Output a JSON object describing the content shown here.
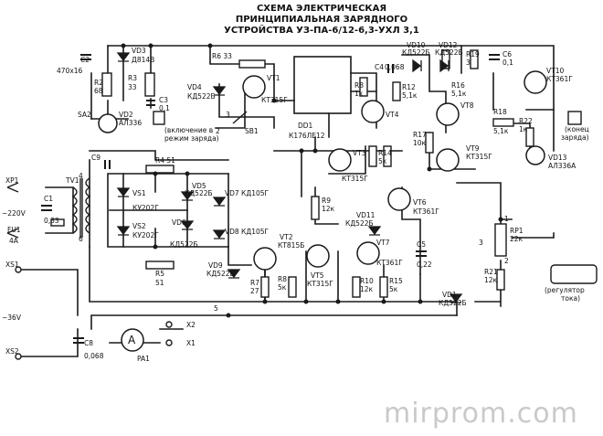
{
  "title": {
    "line1": "СХЕМА ЭЛЕКТРИЧЕСКАЯ",
    "line2": "ПРИНЦИПИАЛЬНАЯ ЗАРЯДНОГО",
    "line3": "УСТРОЙСТВА УЗ-ПА-6/12-6,3-УХЛ 3,1"
  },
  "watermark": "mirprom.com",
  "labels": {
    "c2": "C2",
    "c2v": "470x16",
    "vd3": "VD3",
    "vd3v": "Д814В",
    "r3": "R3",
    "r3v": "33",
    "r2": "R2",
    "r2v": "68",
    "c3": "C3",
    "c3v": "0,1",
    "r6": "R6 33",
    "vd4": "VD4",
    "vd4v": "КД522Б",
    "vt1": "VT1",
    "vt1v": "КТ315Г",
    "dd1": "DD1",
    "dd1v": "К176ЛЕ12",
    "vd10": "VD10",
    "vd10v": "КД522Б",
    "vd12": "VD12",
    "vd12v": "КД522Б",
    "r19": "R19",
    "r19v": "3",
    "c6": "C6",
    "c6v": "0,1",
    "vt10": "VT10",
    "vt10v": "КТ361Г",
    "sa2": "SA2",
    "vd2": "VD2",
    "vd2v": "АЛ336",
    "inc_note1": "(включение в",
    "inc_note2": "режим заряда)",
    "sb1": "SB1",
    "c4": "C4",
    "c4v": "0,068",
    "r8": "R8",
    "r8v": "1к",
    "r12": "R12",
    "r12v": "5,1к",
    "vt4": "VT4",
    "r16": "R16",
    "r16v": "5,1к",
    "vt8": "VT8",
    "r18": "R18",
    "r18v": "5,1к",
    "r22": "R22",
    "r22v": "1к",
    "end_note1": "(конец",
    "end_note2": "заряда)",
    "r17": "R17",
    "r17v": "10к",
    "vt9": "VT9",
    "vt9v": "КТ315Г",
    "vd13": "VD13",
    "vd13v": "АЛ336А",
    "xp1": "XP1",
    "v220": "~220V",
    "fu1": "FU1",
    "fu1v": "4А",
    "c1": "C1",
    "c1v": "0,33",
    "tv1": "TV1",
    "c9": "C9",
    "vs1": "VS1",
    "vs1v": "КУ202Г",
    "vs2": "VS2",
    "vs2v": "КУ202Г",
    "r4": "R4 51",
    "vd5": "VD5",
    "vd5v": "КД522Б",
    "vd6": "VD6",
    "vd6v": "КД522Б",
    "vd7": "VD7 КД105Г",
    "vd8": "VD8 КД105Г",
    "r5": "R5",
    "r5v": "51",
    "vt3": "VT3",
    "vt3v": "КТ315Г",
    "r14": "R14",
    "r14v": "5к",
    "r9": "R9",
    "r9v": "12к",
    "vt6": "VT6",
    "vt6v": "КТ361Г",
    "vd11": "VD11",
    "vd11v": "КД522Б",
    "vd9": "VD9",
    "vd9v": "КД522Б",
    "vt2": "VT2",
    "vt2v": "КТ815Б",
    "vt7": "VT7",
    "vt7v": "КТ361Г",
    "c5": "C5",
    "c5v": "0,22",
    "r7": "R7",
    "r7v": "27",
    "r6b": "R8",
    "r6bv": "5к",
    "vt5": "VT5",
    "vt5v": "КТ315Г",
    "r10": "R10",
    "r10v": "12к",
    "r15": "R15",
    "r15v": "5к",
    "rp1": "RP1",
    "rp1v": "22к",
    "r21": "R21",
    "r21v": "12к",
    "reg1": "(регулятор",
    "reg2": "тока)",
    "vd1": "VD1",
    "vd1v": "КД522Б",
    "xs1": "XS1",
    "v36": "~36V",
    "xs2": "XS2",
    "c8": "C8",
    "c8v": "0,068",
    "pa1": "PA1",
    "ammeter": "A",
    "x2": "X2",
    "x1": "X1",
    "n1": "1",
    "n2": "2",
    "n3": "3",
    "n4": "4",
    "n5": "5",
    "n6": "6"
  }
}
